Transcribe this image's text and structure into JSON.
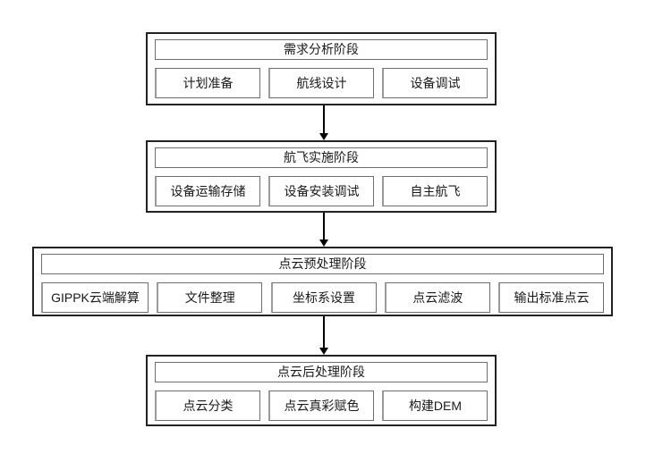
{
  "diagram": {
    "type": "flowchart",
    "orientation": "top-down",
    "background": "#ffffff",
    "colors": {
      "outer_border": "#222222",
      "inner_border": "#6e6e6e",
      "text": "#1a1a1a",
      "arrow": "#000000"
    },
    "stages": [
      {
        "title": "需求分析阶段",
        "steps": [
          "计划准备",
          "航线设计",
          "设备调试"
        ]
      },
      {
        "title": "航飞实施阶段",
        "steps": [
          "设备运输存储",
          "设备安装调试",
          "自主航飞"
        ]
      },
      {
        "title": "点云预处理阶段",
        "steps": [
          "GIPPK云端解算",
          "文件整理",
          "坐标系设置",
          "点云滤波",
          "输出标准点云"
        ]
      },
      {
        "title": "点云后处理阶段",
        "steps": [
          "点云分类",
          "点云真彩赋色",
          "构建DEM"
        ]
      }
    ],
    "connectors": [
      {
        "from": 0,
        "to": 1
      },
      {
        "from": 1,
        "to": 2
      },
      {
        "from": 2,
        "to": 3
      }
    ]
  }
}
